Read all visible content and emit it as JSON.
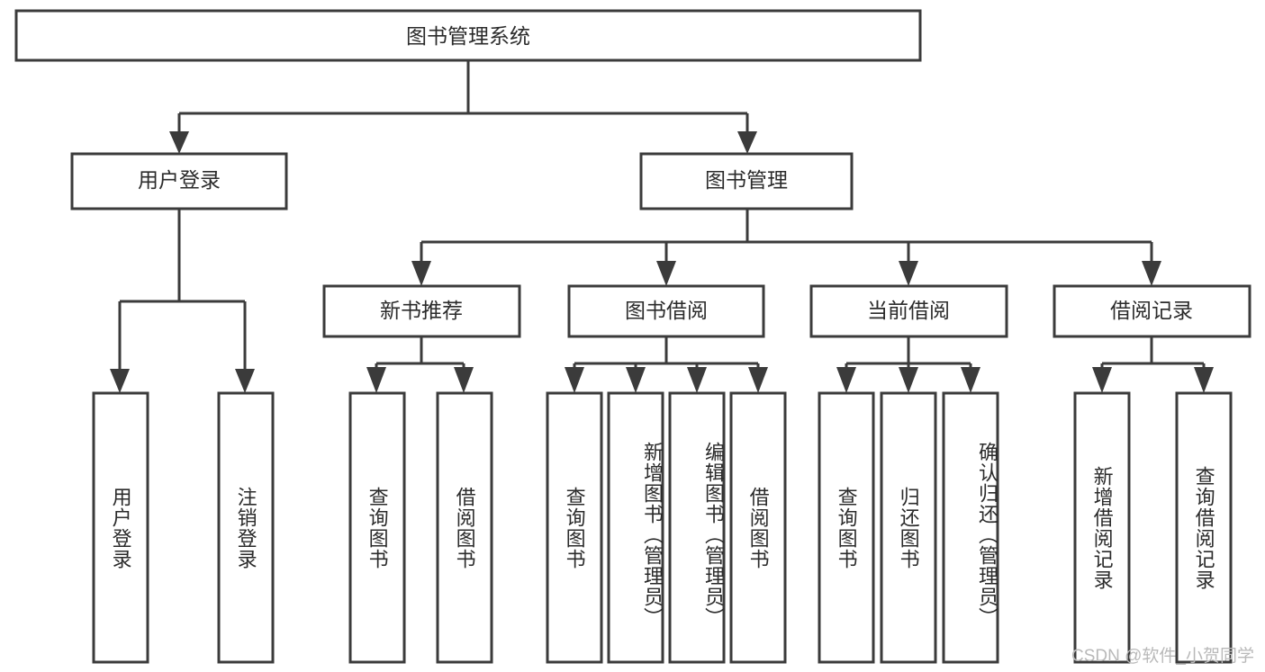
{
  "diagram": {
    "title": "图书管理系统",
    "root": {
      "label": "图书管理系统"
    },
    "level1": [
      {
        "label": "用户登录"
      },
      {
        "label": "图书管理"
      }
    ],
    "level2": [
      {
        "label": "新书推荐"
      },
      {
        "label": "图书借阅"
      },
      {
        "label": "当前借阅"
      },
      {
        "label": "借阅记录"
      }
    ],
    "leaves": {
      "user_login": [
        {
          "label": "用户登录"
        },
        {
          "label": "注销登录"
        }
      ],
      "new_book_recommend": [
        {
          "label": "查询图书"
        },
        {
          "label": "借阅图书"
        }
      ],
      "book_borrow": [
        {
          "label": "查询图书"
        },
        {
          "label": "新增图书（管理员）"
        },
        {
          "label": "编辑图书（管理员）"
        },
        {
          "label": "借阅图书"
        }
      ],
      "current_borrow": [
        {
          "label": "查询图书"
        },
        {
          "label": "归还图书"
        },
        {
          "label": "确认归还（管理员）"
        }
      ],
      "borrow_record": [
        {
          "label": "新增借阅记录"
        },
        {
          "label": "查询借阅记录"
        }
      ]
    }
  },
  "watermark": {
    "text": "CSDN @软件_小贺同学"
  },
  "colors": {
    "stroke": "#3b3b3b",
    "text": "#2b2b2b",
    "background": "#ffffff",
    "watermark": "#b9b9b9"
  }
}
